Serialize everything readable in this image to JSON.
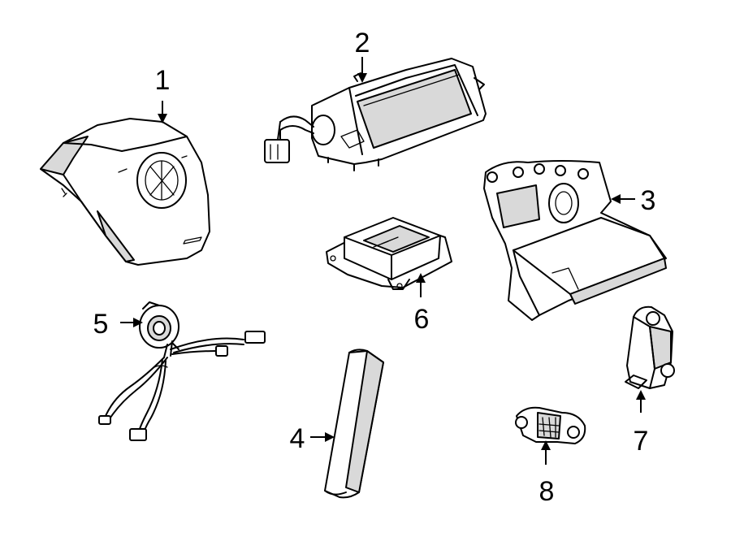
{
  "callouts": {
    "c1": "1",
    "c2": "2",
    "c3": "3",
    "c4": "4",
    "c5": "5",
    "c6": "6",
    "c7": "7",
    "c8": "8"
  },
  "colors": {
    "line": "#000000",
    "shade": "#d9d9d9",
    "background": "#ffffff"
  }
}
